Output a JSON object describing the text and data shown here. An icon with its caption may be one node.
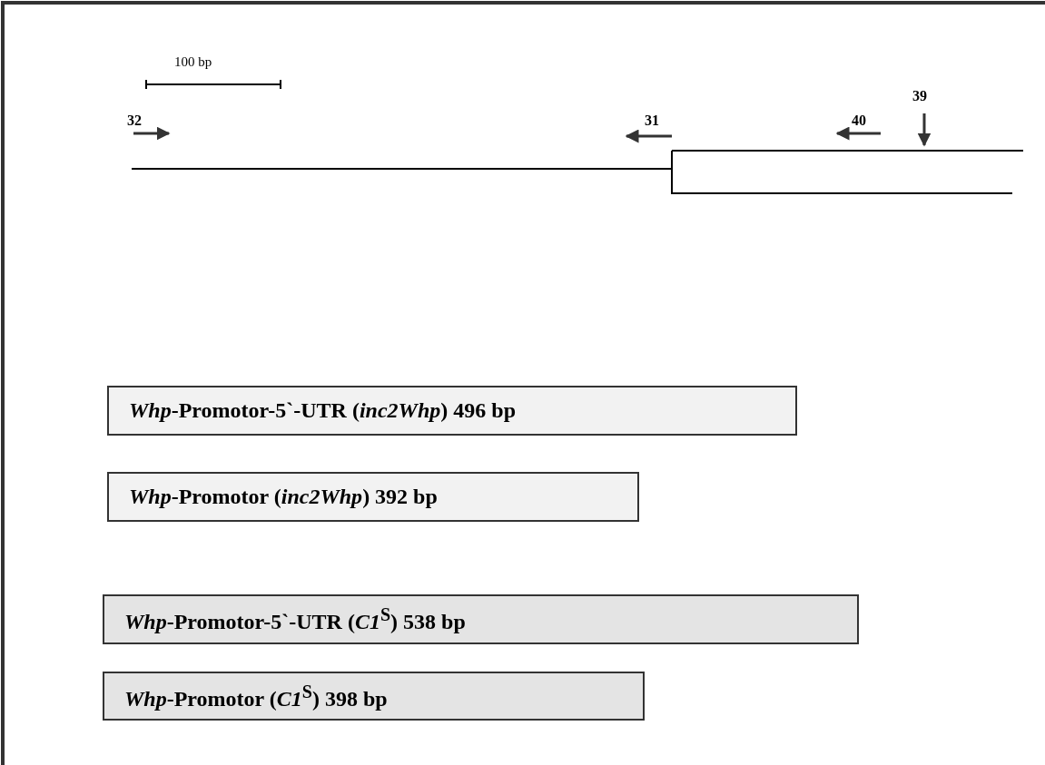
{
  "diagram": {
    "nodes": [
      {
        "text": [
          "*Whp*-Promotor-5`-UTR (*inc2Whp*) 496 bp"
        ]
      },
      {
        "text": [
          "*Whp*-Promotor (*inc2Whp*) 392 bp"
        ]
      },
      {
        "text": [
          "*Whp*-Promotor-5`-UTR (*C1*$^{S}$) 538 bp"
        ]
      },
      {
        "text": [
          "*Whp*-Promotor (*C1*$^{S}$) 398 bp"
        ]
      }
    ],
    "edges": [],
    "labels": [
      "100 bp",
      "39",
      "32",
      "31",
      "40"
    ]
  }
}
